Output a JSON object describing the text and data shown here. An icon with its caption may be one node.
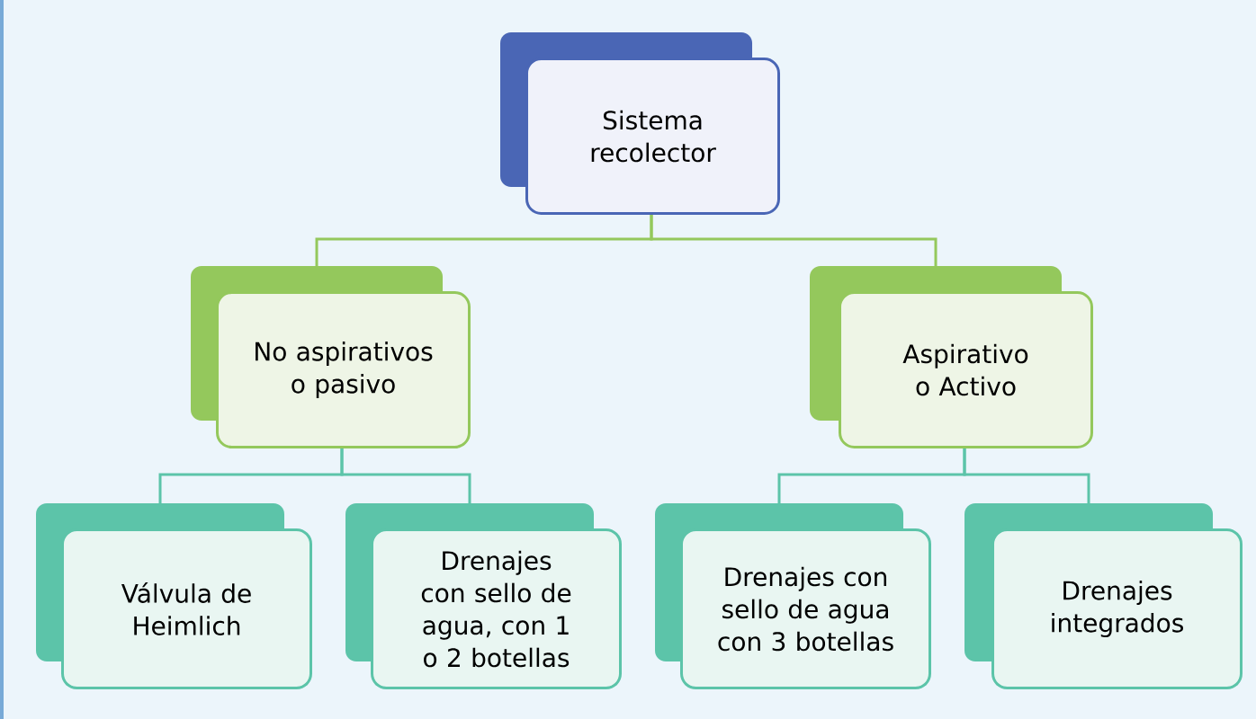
{
  "diagram": {
    "nodes": [
      {
        "text": [
          "Sistema recolector"
        ]
      },
      {
        "text": [
          "No aspirativos o pasivo"
        ]
      },
      {
        "text": [
          "Aspirativo o Activo"
        ]
      },
      {
        "text": [
          "Válvula de Heimlich"
        ]
      },
      {
        "text": [
          "Drenajes con sello de agua, con 1 o 2 botellas"
        ]
      },
      {
        "text": [
          "Drenajes con sello de agua con 3 botellas"
        ]
      },
      {
        "text": [
          "Drenajes integrados"
        ]
      }
    ],
    "edges": [
      {
        "from": 0,
        "to": 1,
        "arrow": "none"
      },
      {
        "from": 0,
        "to": 2,
        "arrow": "none"
      },
      {
        "from": 1,
        "to": 3,
        "arrow": "none",
        "color": "#5cc4a9"
      },
      {
        "from": 1,
        "to": 4,
        "arrow": "none",
        "color": "#5cc4a9"
      },
      {
        "from": 2,
        "to": 5,
        "arrow": "none",
        "color": "#5cc4a9"
      },
      {
        "from": 2,
        "to": 6,
        "arrow": "none",
        "color": "#5cc4a9"
      }
    ]
  }
}
